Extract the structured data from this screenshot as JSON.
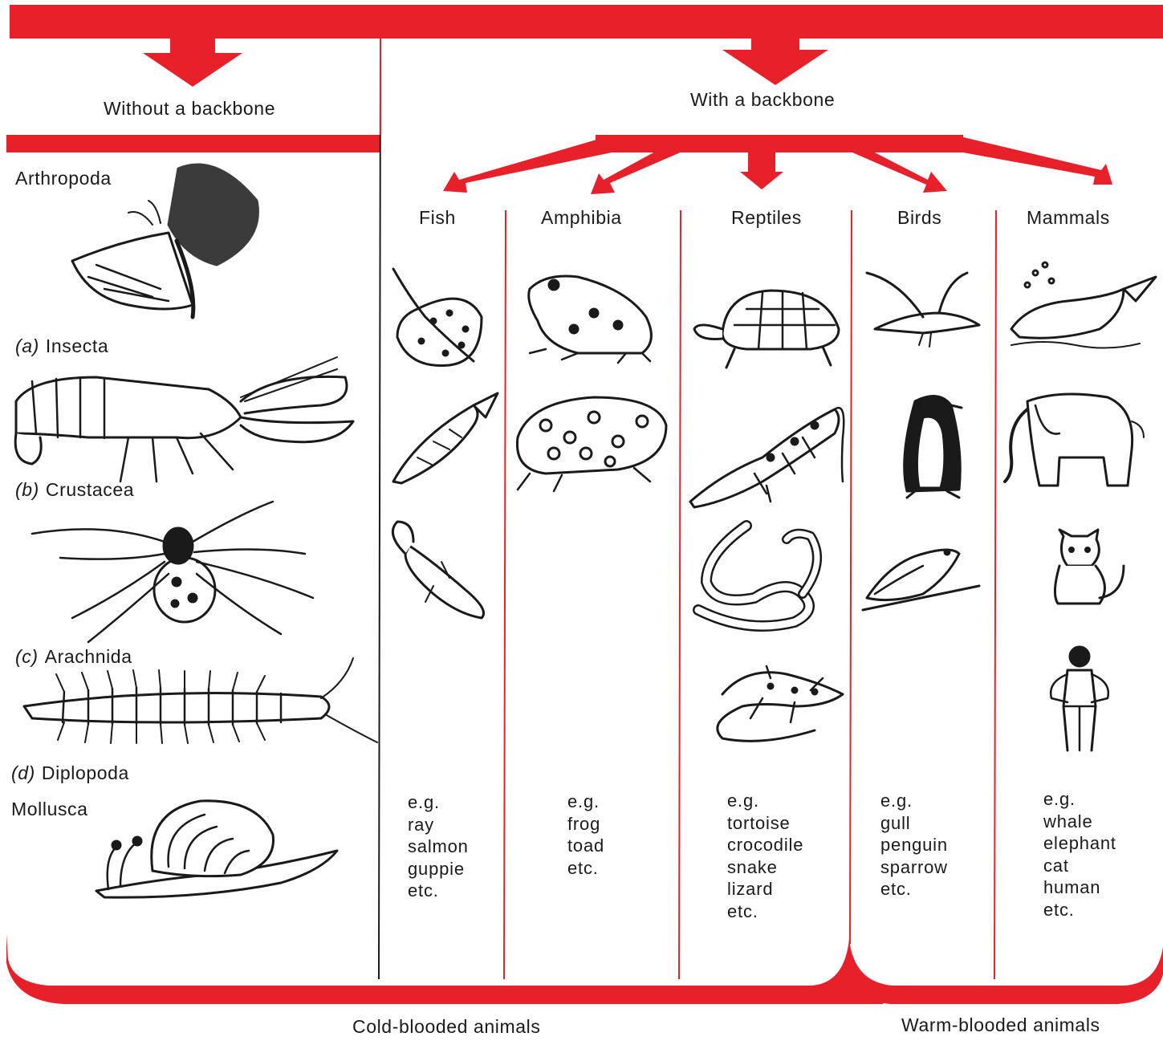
{
  "colors": {
    "accent": "#e8202a",
    "ink": "#1a1a1a"
  },
  "top": {
    "without": "Without a backbone",
    "with": "With a backbone"
  },
  "invertebrates": {
    "phylum1": "Arthropoda",
    "classes": [
      {
        "letter": "(a)",
        "name": "Insecta",
        "icon": "butterfly-icon"
      },
      {
        "letter": "(b)",
        "name": "Crustacea",
        "icon": "lobster-icon"
      },
      {
        "letter": "(c)",
        "name": "Arachnida",
        "icon": "spider-icon"
      },
      {
        "letter": "(d)",
        "name": "Diplopoda",
        "icon": "centipede-icon"
      }
    ],
    "phylum2": "Mollusca",
    "phylum2_icon": "snail-icon"
  },
  "vertebrates": [
    {
      "name": "Fish",
      "eg": "e.g.",
      "examples": [
        "ray",
        "salmon",
        "guppie",
        "etc."
      ],
      "icons": [
        "ray-icon",
        "salmon-icon",
        "guppy-icon"
      ]
    },
    {
      "name": "Amphibia",
      "eg": "e.g.",
      "examples": [
        "frog",
        "toad",
        "etc."
      ],
      "icons": [
        "frog-icon",
        "toad-icon"
      ]
    },
    {
      "name": "Reptiles",
      "eg": "e.g.",
      "examples": [
        "tortoise",
        "crocodile",
        "snake",
        "lizard",
        "etc."
      ],
      "icons": [
        "tortoise-icon",
        "crocodile-icon",
        "snake-icon",
        "lizard-icon"
      ]
    },
    {
      "name": "Birds",
      "eg": "e.g.",
      "examples": [
        "gull",
        "penguin",
        "sparrow",
        "etc."
      ],
      "icons": [
        "gull-icon",
        "penguin-icon",
        "sparrow-icon"
      ]
    },
    {
      "name": "Mammals",
      "eg": "e.g.",
      "examples": [
        "whale",
        "elephant",
        "cat",
        "human",
        "etc."
      ],
      "icons": [
        "whale-icon",
        "elephant-icon",
        "cat-icon",
        "human-icon"
      ]
    }
  ],
  "bottom": {
    "cold": "Cold-blooded animals",
    "warm": "Warm-blooded animals"
  }
}
